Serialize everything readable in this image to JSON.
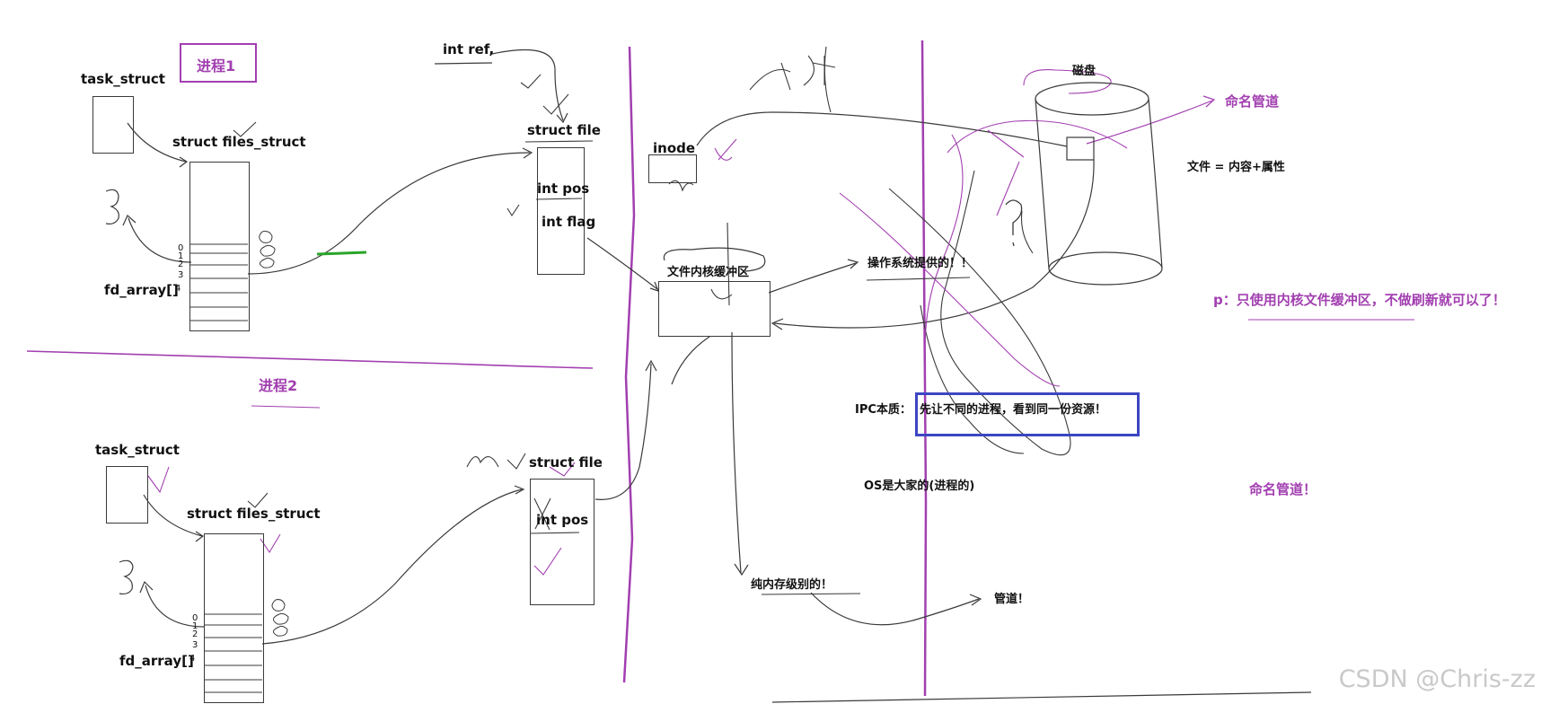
{
  "process1": {
    "title": "进程1",
    "task_struct": "task_struct",
    "files_struct": "struct files_struct",
    "fd_array": "fd_array[]",
    "fd_numbers": [
      "0",
      "1",
      "2",
      "3",
      "4"
    ],
    "file_label": "struct file",
    "field_ref": "int ref,",
    "field_pos": "int pos",
    "field_flag": "int flag"
  },
  "process2": {
    "title": "进程2",
    "task_struct": "task_struct",
    "files_struct": "struct files_struct",
    "fd_array": "fd_array[]",
    "fd_numbers": [
      "0",
      "1",
      "2",
      "3",
      "4"
    ],
    "file_label": "struct file",
    "field_pos": "int pos"
  },
  "kernel": {
    "inode": "inode",
    "buffer": "文件内核缓冲区",
    "os_provided": "操作系统提供的！！",
    "pure_memory": "纯内存级别的！",
    "pipe": "管道！",
    "ipc_prefix": "IPC本质：",
    "ipc_boxed": "先让不同的进程，看到同一份资源！",
    "os_everyone": "OS是大家的(进程的)"
  },
  "disk": {
    "label": "磁盘",
    "named_pipe": "命名管道",
    "file_eq": "文件 = 内容+属性",
    "p_note": "p：只使用内核文件缓冲区，不做刷新就可以了！",
    "named_pipe_2": "命名管道！"
  },
  "watermark": "CSDN @Chris-zz",
  "colors": {
    "ink": "#3a3a3a",
    "purple": "#a23fb0",
    "blue_box": "#3c46c2",
    "green": "#2aa52a"
  }
}
